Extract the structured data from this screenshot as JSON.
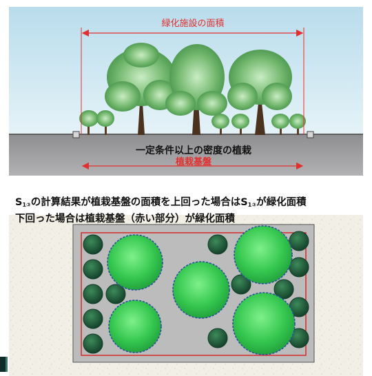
{
  "labels": {
    "greening_area": "緑化施設の面積",
    "dense_planting": "一定条件以上の密度の植栽",
    "planting_base": "植栽基盤"
  },
  "caption": {
    "line1_s": "S",
    "line1_sub": "1③",
    "line1_mid": "の計算結果が植栽基盤の面積を上回った場合は",
    "line1_s2": "S",
    "line1_sub2": "1③",
    "line1_end": "が緑化面積",
    "line2": "下回った場合は植栽基盤（赤い部分）が緑化面積"
  },
  "colors": {
    "sky": "#cfe7f2",
    "ground": "#a4a4a6",
    "red_line": "#e23030",
    "tree_light": "#4fd466",
    "shrub_dark": "#1f5a3c",
    "tree_outline": "#2a4fa0"
  }
}
